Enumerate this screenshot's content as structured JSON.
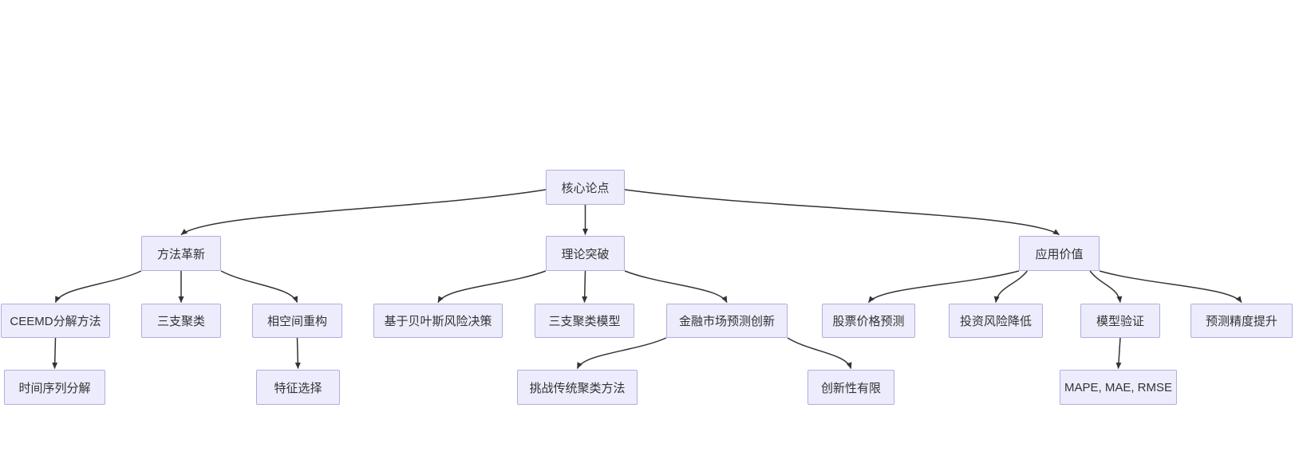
{
  "diagram": {
    "type": "flowchart-top-down",
    "background_color": "#ffffff",
    "node_fill_color": "#ececfc",
    "node_border_color": "#aeaedd",
    "edge_color": "#333333",
    "text_color": "#333333",
    "nodes": [
      {
        "id": "root",
        "level": 1,
        "label": "核心论点"
      },
      {
        "id": "method",
        "level": 2,
        "label": "方法革新"
      },
      {
        "id": "theory",
        "level": 2,
        "label": "理论突破"
      },
      {
        "id": "application",
        "level": 2,
        "label": "应用价值"
      },
      {
        "id": "ceemd",
        "level": 3,
        "label": "CEEMD分解方法"
      },
      {
        "id": "three-way",
        "level": 3,
        "label": "三支聚类"
      },
      {
        "id": "phase-space",
        "level": 3,
        "label": "相空间重构"
      },
      {
        "id": "bayes",
        "level": 3,
        "label": "基于贝叶斯风险决策"
      },
      {
        "id": "three-way-model",
        "level": 3,
        "label": "三支聚类模型"
      },
      {
        "id": "fin-innovation",
        "level": 3,
        "label": "金融市场预测创新"
      },
      {
        "id": "stock-pred",
        "level": 3,
        "label": "股票价格预测"
      },
      {
        "id": "risk-reduce",
        "level": 3,
        "label": "投资风险降低"
      },
      {
        "id": "model-valid",
        "level": 3,
        "label": "模型验证"
      },
      {
        "id": "accuracy",
        "level": 3,
        "label": "预测精度提升"
      },
      {
        "id": "ts-decomp",
        "level": 4,
        "label": "时间序列分解"
      },
      {
        "id": "feature-sel",
        "level": 4,
        "label": "特征选择"
      },
      {
        "id": "challenge",
        "level": 4,
        "label": "挑战传统聚类方法"
      },
      {
        "id": "limited-novelty",
        "level": 4,
        "label": "创新性有限"
      },
      {
        "id": "metrics",
        "level": 4,
        "label": "MAPE, MAE, RMSE"
      }
    ],
    "edges": [
      {
        "from": "root",
        "to": "method"
      },
      {
        "from": "root",
        "to": "theory"
      },
      {
        "from": "root",
        "to": "application"
      },
      {
        "from": "method",
        "to": "ceemd"
      },
      {
        "from": "method",
        "to": "three-way"
      },
      {
        "from": "method",
        "to": "phase-space"
      },
      {
        "from": "theory",
        "to": "bayes"
      },
      {
        "from": "theory",
        "to": "three-way-model"
      },
      {
        "from": "theory",
        "to": "fin-innovation"
      },
      {
        "from": "application",
        "to": "stock-pred"
      },
      {
        "from": "application",
        "to": "risk-reduce"
      },
      {
        "from": "application",
        "to": "model-valid"
      },
      {
        "from": "application",
        "to": "accuracy"
      },
      {
        "from": "ceemd",
        "to": "ts-decomp"
      },
      {
        "from": "phase-space",
        "to": "feature-sel"
      },
      {
        "from": "fin-innovation",
        "to": "challenge"
      },
      {
        "from": "fin-innovation",
        "to": "limited-novelty"
      },
      {
        "from": "model-valid",
        "to": "metrics"
      }
    ]
  }
}
